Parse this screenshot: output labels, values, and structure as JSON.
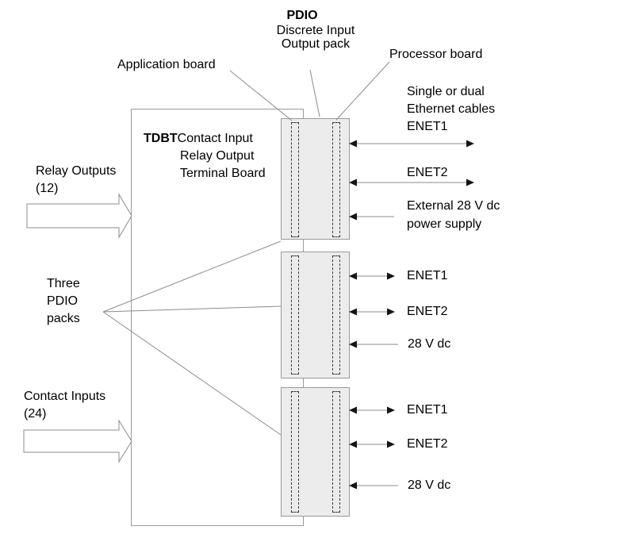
{
  "title": {
    "abbr": "PDIO",
    "line1": "Discrete Input",
    "line2": "Output pack"
  },
  "callouts": {
    "application_board": "Application board",
    "processor_board": "Processor board"
  },
  "ethernet_note": {
    "line1": "Single or dual",
    "line2": "Ethernet cables",
    "line3": "ENET1"
  },
  "board": {
    "abbr": "TDBT",
    "name_line1": "Contact Input",
    "name_line2": "Relay Output",
    "name_line3": "Terminal Board"
  },
  "left_labels": {
    "relay_outputs": {
      "line1": "Relay Outputs",
      "line2": "(12)"
    },
    "three_packs": {
      "line1": "Three",
      "line2": "PDIO",
      "line3": "packs"
    },
    "contact_inputs": {
      "line1": "Contact Inputs",
      "line2": "(24)"
    }
  },
  "pack1": {
    "enet2": "ENET2",
    "ext_power_line1": "External 28 V dc",
    "ext_power_line2": "power supply"
  },
  "pack2": {
    "enet1": "ENET1",
    "enet2": "ENET2",
    "power": "28 V dc"
  },
  "pack3": {
    "enet1": "ENET1",
    "enet2": "ENET2",
    "power": "28 V dc"
  },
  "colors": {
    "line_gray": "#8c8c8c",
    "arrow_black": "#151515",
    "pack_fill": "#ececec",
    "pack_border": "#9a9a9a",
    "board_border": "#9a9a9a",
    "text": "#000000",
    "background": "#ffffff"
  }
}
